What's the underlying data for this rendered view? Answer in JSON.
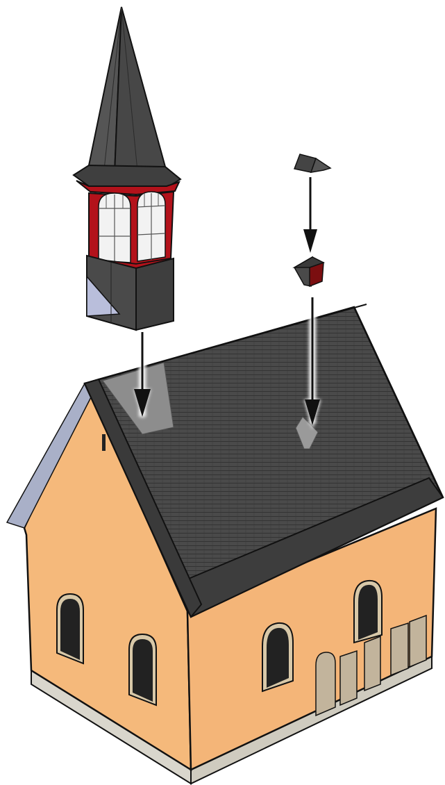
{
  "illustration": {
    "components": [
      "bell-tower",
      "chimney-cap",
      "chimney-base",
      "church-building"
    ],
    "colors": {
      "wall": "#f5b97b",
      "wall_shade": "#eaa867",
      "roof": "#4a4a4a",
      "roof_dark": "#3b3b3b",
      "spire": "#474747",
      "trim_red": "#b3121b",
      "foundation": "#d9d6cc",
      "window": "#222222",
      "window_frame": "#d8c8a8",
      "door": "#c2b49c",
      "glass": "#eeeeee",
      "footprint": "#8d8d8d",
      "arrow": "#111111",
      "arrow_glow": "#ffffff"
    }
  }
}
